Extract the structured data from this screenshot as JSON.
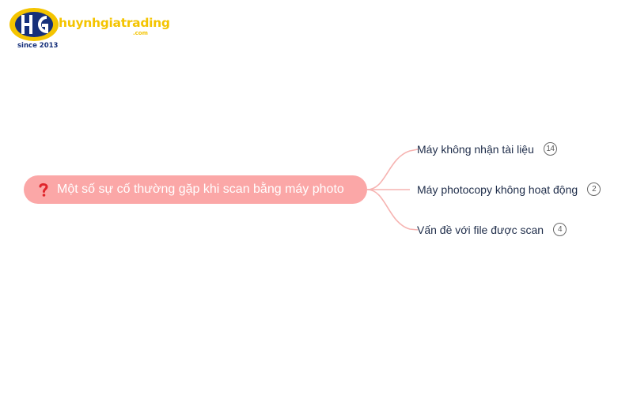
{
  "logo": {
    "brand": "huynhgiatrading",
    "domain": ".com",
    "since": "since 2013"
  },
  "mindmap": {
    "root": {
      "label": "Một số sự cố thường gặp khi scan bằng máy photo",
      "icon": "question-mark-icon"
    },
    "branches": [
      {
        "label": "Máy không nhận tài liệu",
        "count": "14"
      },
      {
        "label": "Máy photocopy không hoạt động",
        "count": "2"
      },
      {
        "label": "Vấn đề với file được scan",
        "count": "4"
      }
    ]
  },
  "colors": {
    "root_fill": "#fba7a7",
    "connector": "#f6b3b1",
    "brand_yellow": "#f4c400",
    "brand_blue": "#16307a"
  }
}
